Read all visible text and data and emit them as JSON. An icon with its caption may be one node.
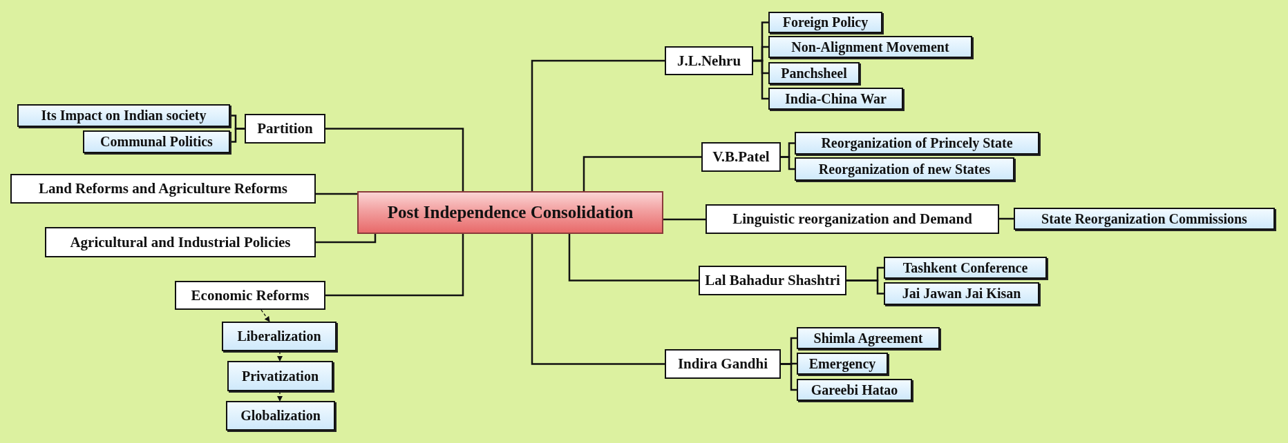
{
  "diagram": {
    "nodes": [
      {
        "text": [
          "Post Independence Consolidation"
        ]
      },
      {
        "text": [
          "Partition"
        ]
      },
      {
        "text": [
          "Its Impact on Indian society"
        ]
      },
      {
        "text": [
          "Communal Politics"
        ]
      },
      {
        "text": [
          "Land Reforms and Agriculture Reforms"
        ]
      },
      {
        "text": [
          "Agricultural and Industrial Policies"
        ]
      },
      {
        "text": [
          "Economic Reforms"
        ]
      },
      {
        "text": [
          "Liberalization"
        ]
      },
      {
        "text": [
          "Privatization"
        ]
      },
      {
        "text": [
          "Globalization"
        ]
      },
      {
        "text": [
          "J.L.Nehru"
        ]
      },
      {
        "text": [
          "Foreign Policy"
        ]
      },
      {
        "text": [
          "Non-Alignment Movement"
        ]
      },
      {
        "text": [
          "Panchsheel"
        ]
      },
      {
        "text": [
          "India-China War"
        ]
      },
      {
        "text": [
          "V.B.Patel"
        ]
      },
      {
        "text": [
          "Reorganization of Princely State"
        ]
      },
      {
        "text": [
          "Reorganization of new States"
        ]
      },
      {
        "text": [
          "Linguistic reorganization and Demand"
        ]
      },
      {
        "text": [
          "State Reorganization Commissions"
        ]
      },
      {
        "text": [
          "Lal Bahadur Shashtri"
        ]
      },
      {
        "text": [
          "Tashkent Conference"
        ]
      },
      {
        "text": [
          "Jai Jawan Jai Kisan"
        ]
      },
      {
        "text": [
          "Indira Gandhi"
        ]
      },
      {
        "text": [
          "Shimla Agreement"
        ]
      },
      {
        "text": [
          "Emergency"
        ]
      },
      {
        "text": [
          "Gareebi Hatao"
        ]
      }
    ],
    "edges": [
      {
        "from": 0,
        "to": 1,
        "arrow": "none"
      },
      {
        "from": 1,
        "to": 2,
        "arrow": "none"
      },
      {
        "from": 1,
        "to": 3,
        "arrow": "none"
      },
      {
        "from": 0,
        "to": 4,
        "arrow": "none"
      },
      {
        "from": 0,
        "to": 5,
        "arrow": "none"
      },
      {
        "from": 0,
        "to": 6,
        "arrow": "none"
      },
      {
        "from": 6,
        "to": 7,
        "arrow": "to",
        "style": "dashed"
      },
      {
        "from": 7,
        "to": 8,
        "arrow": "to",
        "style": "dashed"
      },
      {
        "from": 8,
        "to": 9,
        "arrow": "to",
        "style": "dashed"
      },
      {
        "from": 0,
        "to": 10,
        "arrow": "none"
      },
      {
        "from": 10,
        "to": 11,
        "arrow": "none"
      },
      {
        "from": 10,
        "to": 12,
        "arrow": "none"
      },
      {
        "from": 10,
        "to": 13,
        "arrow": "none"
      },
      {
        "from": 10,
        "to": 14,
        "arrow": "none"
      },
      {
        "from": 0,
        "to": 15,
        "arrow": "none"
      },
      {
        "from": 15,
        "to": 16,
        "arrow": "none"
      },
      {
        "from": 15,
        "to": 17,
        "arrow": "none"
      },
      {
        "from": 0,
        "to": 18,
        "arrow": "none"
      },
      {
        "from": 18,
        "to": 19,
        "arrow": "none"
      },
      {
        "from": 0,
        "to": 20,
        "arrow": "none"
      },
      {
        "from": 20,
        "to": 21,
        "arrow": "none"
      },
      {
        "from": 20,
        "to": 22,
        "arrow": "none"
      },
      {
        "from": 0,
        "to": 23,
        "arrow": "none"
      },
      {
        "from": 23,
        "to": 24,
        "arrow": "none"
      },
      {
        "from": 23,
        "to": 25,
        "arrow": "none"
      },
      {
        "from": 23,
        "to": 26,
        "arrow": "none"
      }
    ]
  }
}
